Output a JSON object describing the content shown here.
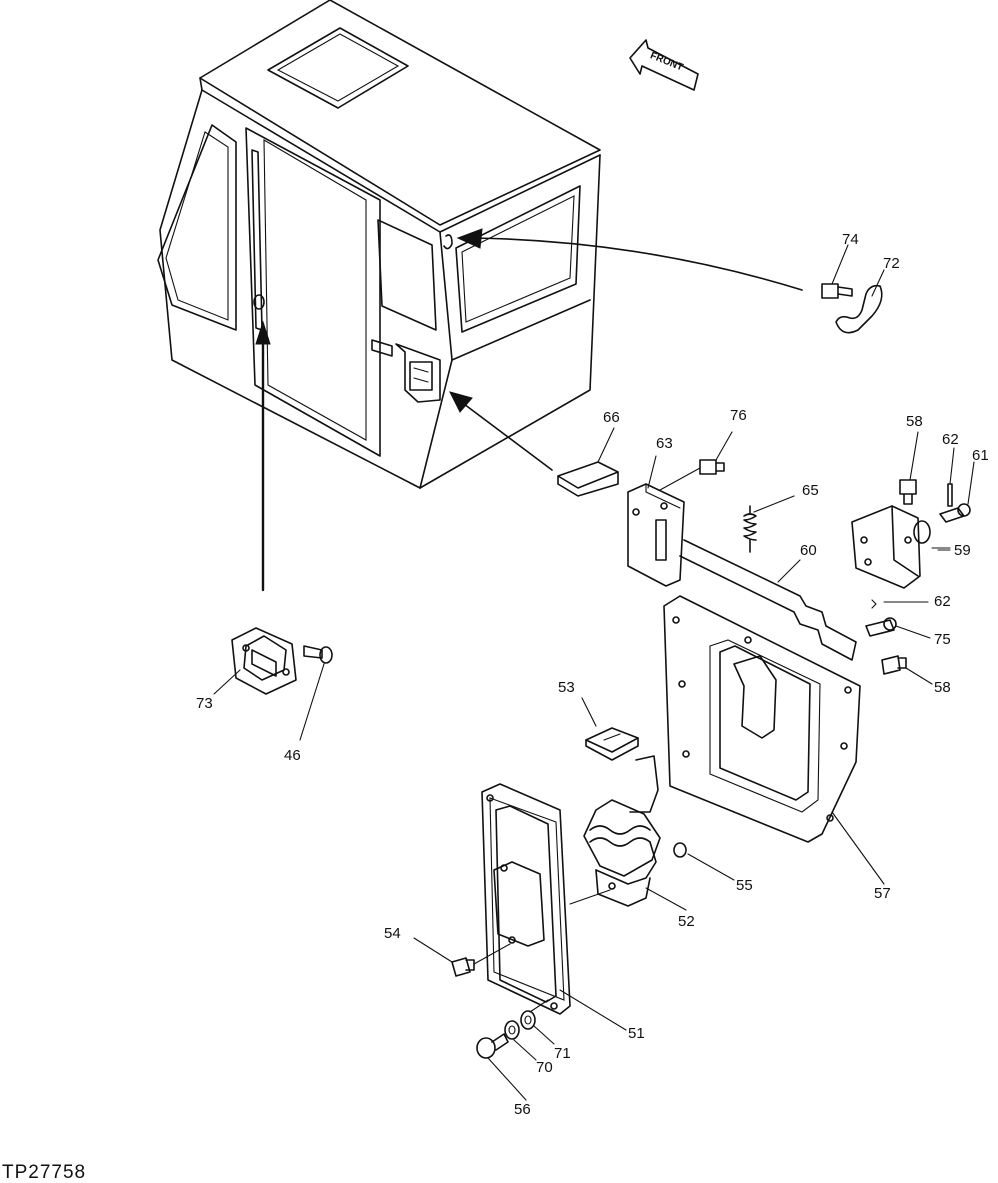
{
  "direction_marker": "FRONT",
  "drawing_code": "TP27758",
  "callouts": [
    {
      "id": "c74",
      "text": "74"
    },
    {
      "id": "c72",
      "text": "72"
    },
    {
      "id": "c66",
      "text": "66"
    },
    {
      "id": "c63",
      "text": "63"
    },
    {
      "id": "c76",
      "text": "76"
    },
    {
      "id": "c65",
      "text": "65"
    },
    {
      "id": "c58a",
      "text": "58"
    },
    {
      "id": "c62a",
      "text": "62"
    },
    {
      "id": "c61",
      "text": "61"
    },
    {
      "id": "c59",
      "text": "59"
    },
    {
      "id": "c60",
      "text": "60"
    },
    {
      "id": "c62b",
      "text": "62"
    },
    {
      "id": "c75",
      "text": "75"
    },
    {
      "id": "c58b",
      "text": "58"
    },
    {
      "id": "c53",
      "text": "53"
    },
    {
      "id": "c73",
      "text": "73"
    },
    {
      "id": "c46",
      "text": "46"
    },
    {
      "id": "c55",
      "text": "55"
    },
    {
      "id": "c57",
      "text": "57"
    },
    {
      "id": "c52",
      "text": "52"
    },
    {
      "id": "c54",
      "text": "54"
    },
    {
      "id": "c51",
      "text": "51"
    },
    {
      "id": "c71",
      "text": "71"
    },
    {
      "id": "c70",
      "text": "70"
    },
    {
      "id": "c56",
      "text": "56"
    }
  ]
}
